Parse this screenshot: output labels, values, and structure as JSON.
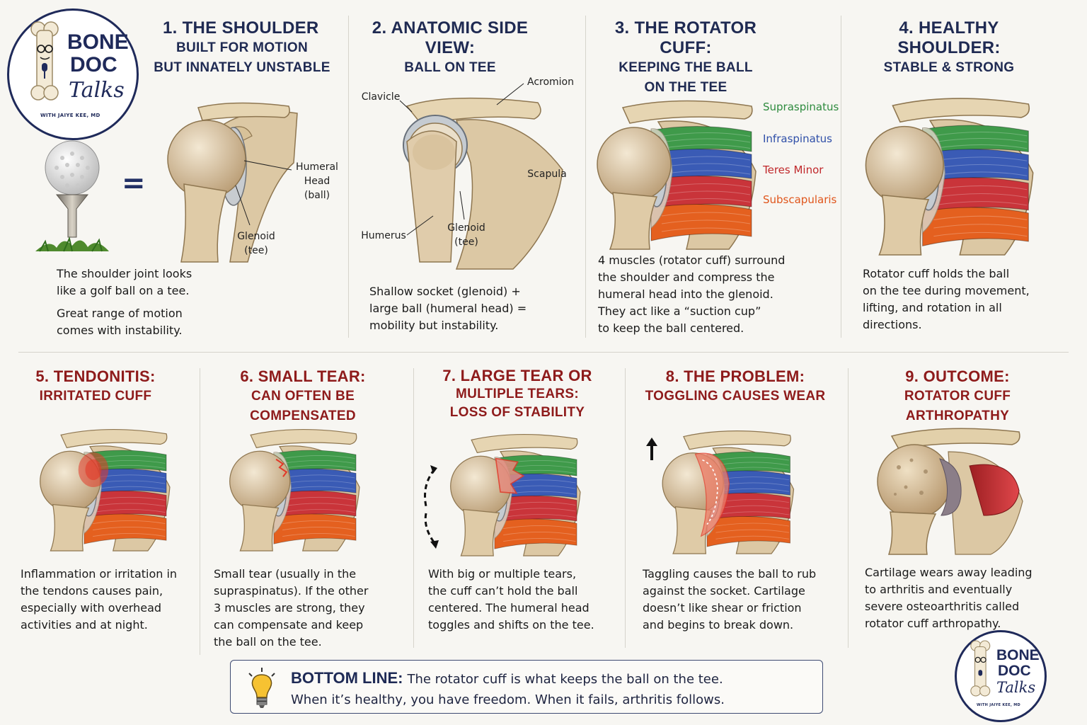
{
  "logo": {
    "line1": "BONE",
    "line2": "DOC",
    "line3": "Talks",
    "byline": "WITH JAIYE KEE, MD"
  },
  "equals": "=",
  "panels": {
    "p1": {
      "heading": "1. THE SHOULDER",
      "sub1": "BUILT FOR MOTION",
      "sub2": "BUT INNATELY UNSTABLE",
      "label_head": "Humeral Head (ball)",
      "label_head_l1": "Humeral",
      "label_head_l2": "Head",
      "label_head_l3": "(ball)",
      "label_glenoid_l1": "Glenoid",
      "label_glenoid_l2": "(tee)",
      "desc1_l1": "The shoulder joint looks",
      "desc1_l2": "like a golf ball on a tee.",
      "desc2_l1": "Great range of motion",
      "desc2_l2": "comes with instability."
    },
    "p2": {
      "heading": "2. ANATOMIC SIDE VIEW:",
      "sub1": "BALL ON TEE",
      "label_clavicle": "Clavicle",
      "label_acromion": "Acromion",
      "label_scapula": "Scapula",
      "label_humerus": "Humerus",
      "label_glenoid_l1": "Glenoid",
      "label_glenoid_l2": "(tee)",
      "desc_l1": "Shallow socket (glenoid) +",
      "desc_l2": "large ball (humeral head) =",
      "desc_l3": "mobility but instability."
    },
    "p3": {
      "heading": "3. THE ROTATOR CUFF:",
      "sub1": "KEEPING THE BALL",
      "sub2": "ON THE TEE",
      "muscles": [
        {
          "name": "Supraspinatus",
          "color": "#2e8b3e"
        },
        {
          "name": "Infraspinatus",
          "color": "#2f4fa8"
        },
        {
          "name": "Teres Minor",
          "color": "#c0282b"
        },
        {
          "name": "Subscapularis",
          "color": "#e0561c"
        }
      ],
      "desc_l1": "4 muscles (rotator cuff) surround",
      "desc_l2": "the shoulder and compress the",
      "desc_l3": "humeral head into the glenoid.",
      "desc_l4": "They act like a “suction cup”",
      "desc_l5": "to keep the ball centered."
    },
    "p4": {
      "heading": "4. HEALTHY SHOULDER:",
      "sub1": "STABLE & STRONG",
      "desc_l1": "Rotator cuff holds the ball",
      "desc_l2": "on the tee during movement,",
      "desc_l3": "lifting, and rotation in all",
      "desc_l4": "directions."
    },
    "p5": {
      "heading": "5. TENDONITIS:",
      "sub1": "IRRITATED CUFF",
      "desc_l1": "Inflammation or irritation in",
      "desc_l2": "the tendons causes pain,",
      "desc_l3": "especially with overhead",
      "desc_l4": "activities and at night."
    },
    "p6": {
      "heading": "6. SMALL TEAR:",
      "sub1": "CAN OFTEN BE COMPENSATED",
      "desc_l1": "Small tear (usually in the",
      "desc_l2": "supraspinatus). If the other",
      "desc_l3": "3 muscles are strong, they",
      "desc_l4": "can compensate and keep",
      "desc_l5": "the ball on the tee."
    },
    "p7": {
      "heading": "7. LARGE TEAR OR",
      "sub1": "MULTIPLE TEARS:",
      "sub2": "LOSS OF STABILITY",
      "desc_l1": "With big or multiple tears,",
      "desc_l2": "the cuff can’t hold the ball",
      "desc_l3": "centered. The humeral head",
      "desc_l4": "toggles and shifts on the tee."
    },
    "p8": {
      "heading": "8. THE PROBLEM:",
      "sub1": "TOGGLING CAUSES WEAR",
      "desc_l1": "Taggling causes the ball to rub",
      "desc_l2": "against the socket. Cartilage",
      "desc_l3": "doesn’t like shear or friction",
      "desc_l4": "and begins to break down."
    },
    "p9": {
      "heading": "9. OUTCOME:",
      "sub1": "ROTATOR CUFF ARTHROPATHY",
      "desc_l1": "Cartilage wears away leading",
      "desc_l2": "to arthritis and eventually",
      "desc_l3": "severe osteoarthritis called",
      "desc_l4": "rotator cuff arthropathy."
    }
  },
  "bottom_line": {
    "label": "BOTTOM LINE:",
    "l1": "The rotator cuff is what keeps the ball on the tee.",
    "l2": "When it’s healthy, you have freedom. When it fails, arthritis follows."
  },
  "colors": {
    "bone": "#e6d6b8",
    "supraspinatus": "#3f9a4a",
    "infraspinatus": "#3a5bb5",
    "teres_minor": "#c9343a",
    "subscapularis": "#e4601f",
    "inflamed": "#e23a2a"
  }
}
